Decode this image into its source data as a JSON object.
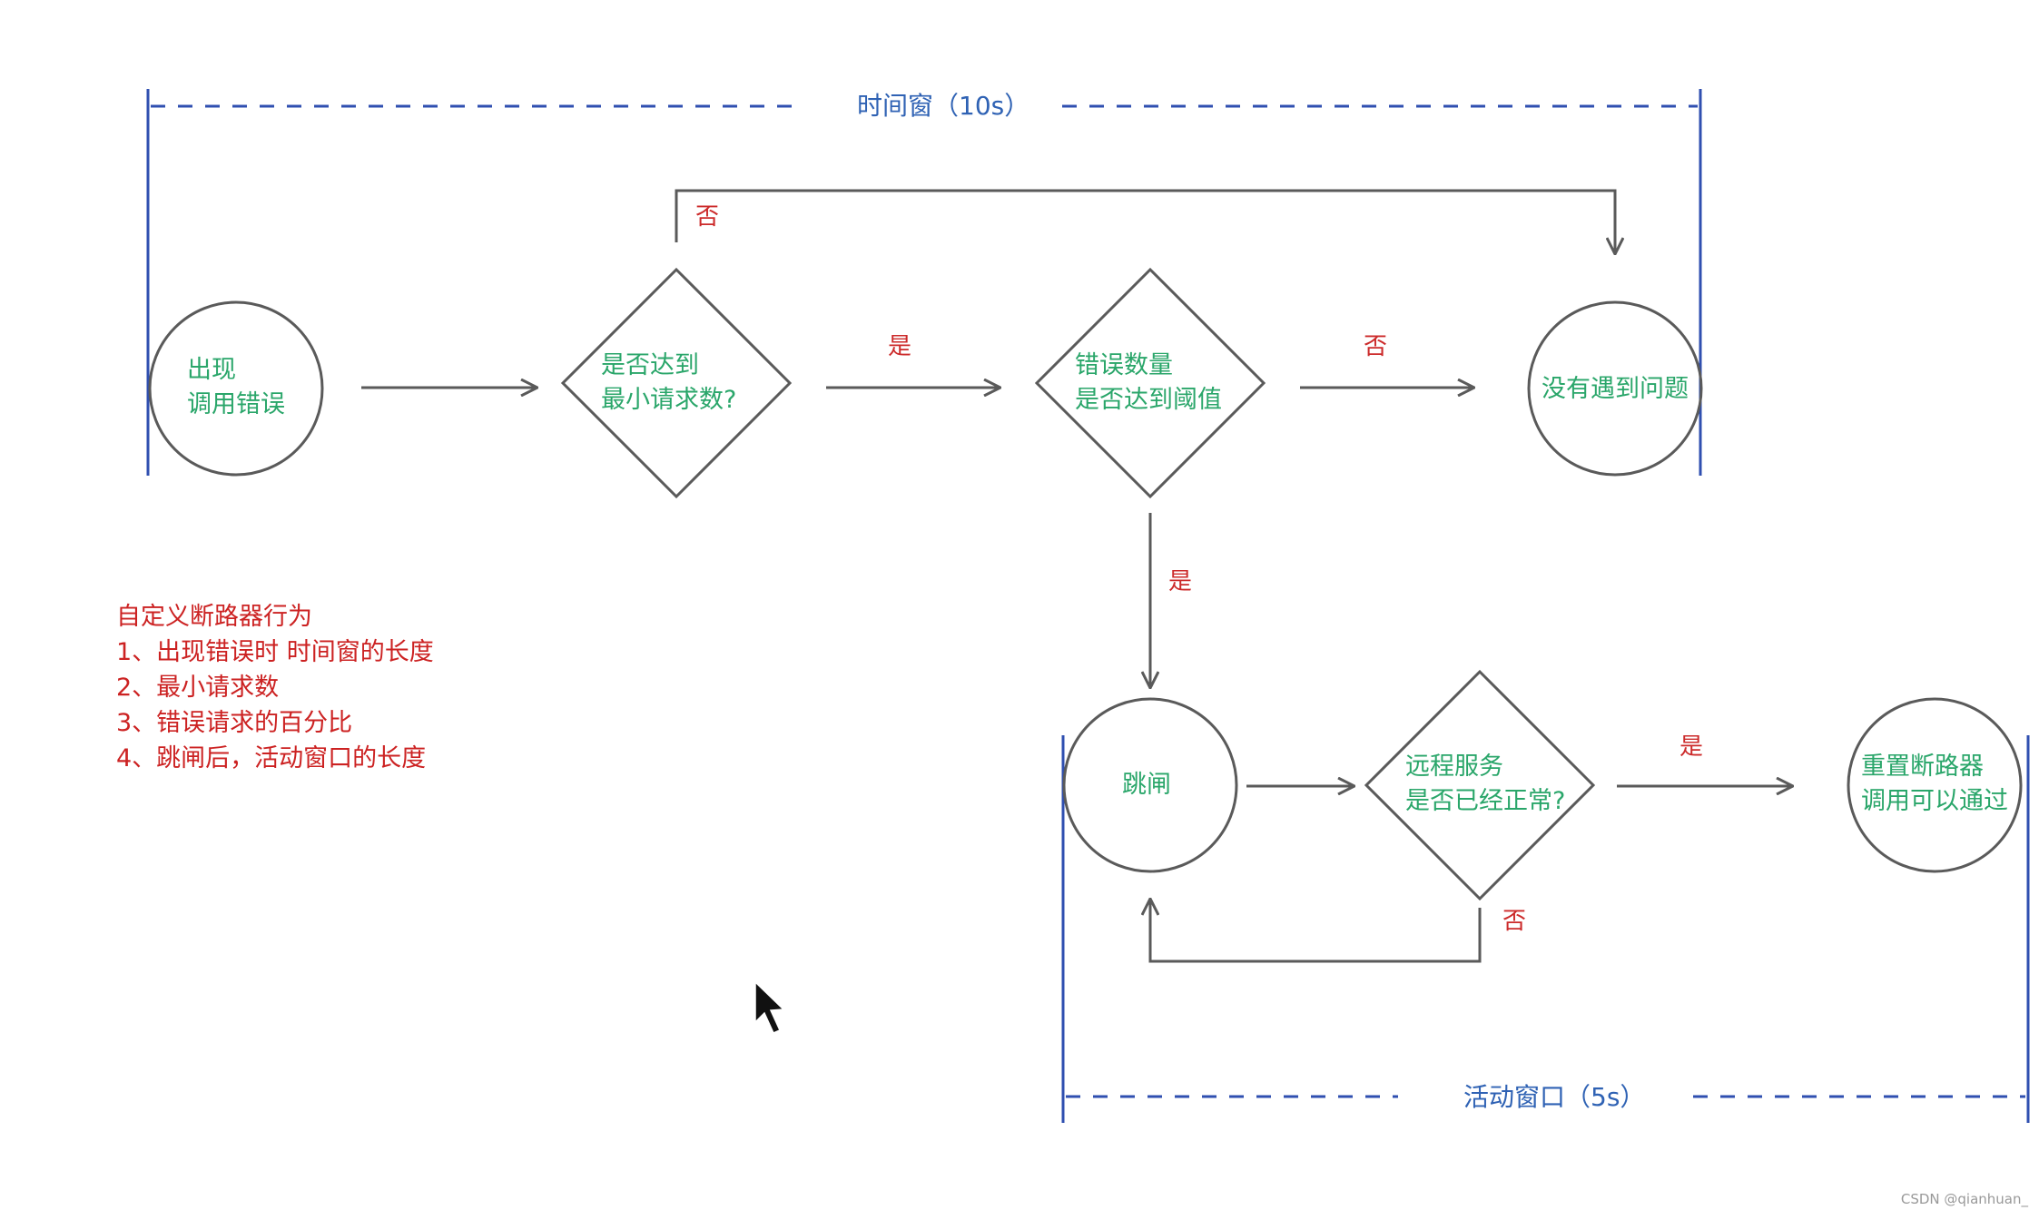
{
  "colors": {
    "window_line": "#2f4fb0",
    "shape_stroke": "#5a5a5a",
    "node_text": "#2aa66a",
    "edge_label": "#cc2a2a",
    "notes_text": "#cc2222",
    "window_label": "#2f62b4"
  },
  "windows": {
    "time_window": "时间窗（10s）",
    "active_window": "活动窗口（5s）"
  },
  "nodes": {
    "start": [
      "出现",
      "调用错误"
    ],
    "min_requests": [
      "是否达到",
      "最小请求数?"
    ],
    "error_threshold": [
      "错误数量",
      "是否达到阈值"
    ],
    "no_problem": [
      "没有遇到问题"
    ],
    "trip": [
      "跳闸"
    ],
    "remote_ok": [
      "远程服务",
      "是否已经正常?"
    ],
    "reset": [
      "重置断路器",
      "调用可以通过"
    ]
  },
  "edges": {
    "min_requests_no": "否",
    "min_requests_yes": "是",
    "threshold_no": "否",
    "threshold_yes": "是",
    "remote_yes": "是",
    "remote_no": "否"
  },
  "notes": {
    "title": "自定义断路器行为",
    "items": [
      "1、出现错误时 时间窗的长度",
      "2、最小请求数",
      "3、错误请求的百分比",
      "4、跳闸后，活动窗口的长度"
    ]
  },
  "watermark": "CSDN @qianhuan_"
}
